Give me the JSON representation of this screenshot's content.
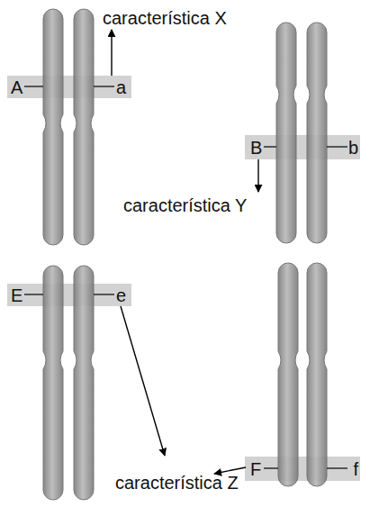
{
  "diagram": {
    "nodes": [
      {
        "text": [
          "A",
          "a"
        ]
      },
      {
        "text": [
          "B",
          "b"
        ]
      },
      {
        "text": [
          "E",
          "e"
        ]
      },
      {
        "text": [
          "F",
          "f"
        ]
      }
    ],
    "labels": [
      "característica X",
      "característica Y",
      "característica Z"
    ]
  }
}
